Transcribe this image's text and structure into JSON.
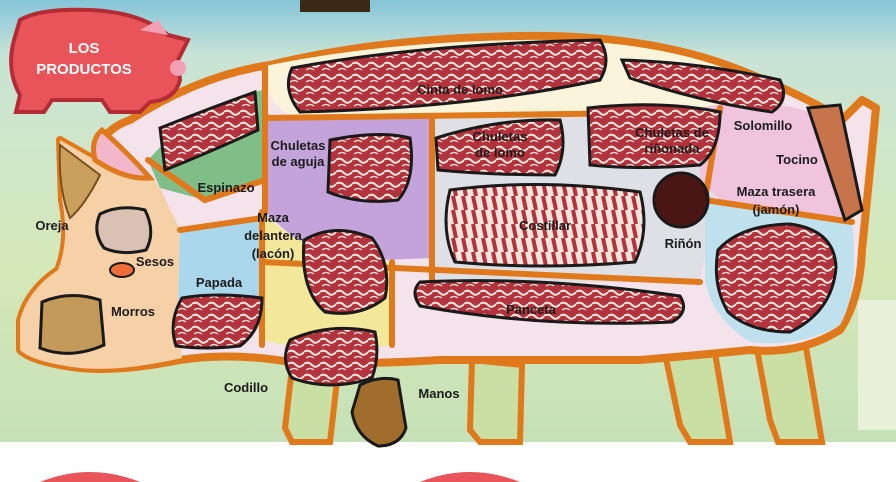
{
  "badge": {
    "line1": "LOS",
    "line2": "PRODUCTOS"
  },
  "cuts": {
    "cinta_de_lomo": "Cinta de lomo",
    "solomillo": "Solomillo",
    "chuletas_de_aguja": [
      "Chuletas",
      "de aguja"
    ],
    "chuletas_de_lomo": [
      "Chuletas",
      "de lomo"
    ],
    "chuletas_de_rinonada": [
      "Chuletas de",
      "riñonada"
    ],
    "tocino": "Tocino",
    "espinazo": "Espinazo",
    "maza_delantera": [
      "Maza",
      "delantera",
      "(lacón)"
    ],
    "costillar": "Costillar",
    "maza_trasera": [
      "Maza trasera",
      "(jamón)"
    ],
    "oreja": "Oreja",
    "sesos": "Sesos",
    "papada": "Papada",
    "rinon": "Riñón",
    "morros": "Morros",
    "panceta": "Panceta",
    "codillo": "Codillo",
    "manos": "Manos"
  },
  "colors": {
    "background": "#cfe6c8",
    "outline": "#e0791c",
    "badge": "#e8545a",
    "meat": "#b2323a",
    "fat": "#f6ece2"
  }
}
